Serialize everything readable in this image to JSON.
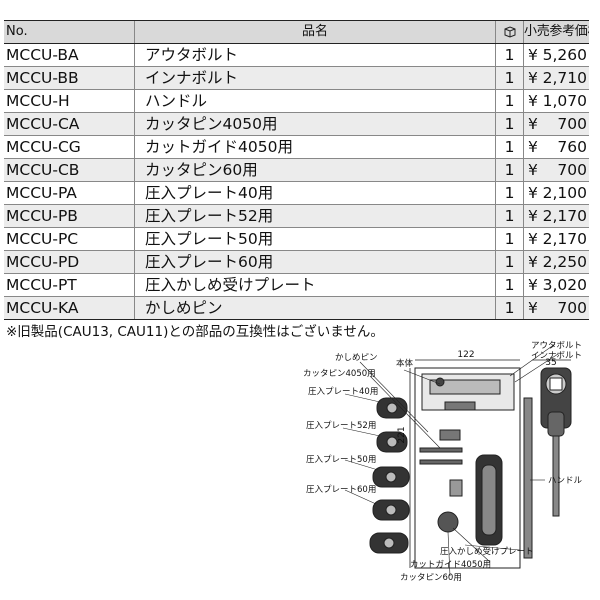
{
  "table": {
    "headers": {
      "no": "No.",
      "name": "品名",
      "qty_icon": "box-icon",
      "price": "小売参考価格"
    },
    "rows": [
      {
        "no": "MCCU-BA",
        "name": "アウタボルト",
        "qty": "1",
        "yen": "¥",
        "price": "5,260"
      },
      {
        "no": "MCCU-BB",
        "name": "インナボルト",
        "qty": "1",
        "yen": "¥",
        "price": "2,710"
      },
      {
        "no": "MCCU-H",
        "name": "ハンドル",
        "qty": "1",
        "yen": "¥",
        "price": "1,070"
      },
      {
        "no": "MCCU-CA",
        "name": "カッタピン4050用",
        "qty": "1",
        "yen": "¥",
        "price": "700"
      },
      {
        "no": "MCCU-CG",
        "name": "カットガイド4050用",
        "qty": "1",
        "yen": "¥",
        "price": "760"
      },
      {
        "no": "MCCU-CB",
        "name": "カッタピン60用",
        "qty": "1",
        "yen": "¥",
        "price": "700"
      },
      {
        "no": "MCCU-PA",
        "name": "圧入プレート40用",
        "qty": "1",
        "yen": "¥",
        "price": "2,100"
      },
      {
        "no": "MCCU-PB",
        "name": "圧入プレート52用",
        "qty": "1",
        "yen": "¥",
        "price": "2,170"
      },
      {
        "no": "MCCU-PC",
        "name": "圧入プレート50用",
        "qty": "1",
        "yen": "¥",
        "price": "2,170"
      },
      {
        "no": "MCCU-PD",
        "name": "圧入プレート60用",
        "qty": "1",
        "yen": "¥",
        "price": "2,250"
      },
      {
        "no": "MCCU-PT",
        "name": "圧入かしめ受けプレート",
        "qty": "1",
        "yen": "¥",
        "price": "3,020"
      },
      {
        "no": "MCCU-KA",
        "name": "かしめピン",
        "qty": "1",
        "yen": "¥",
        "price": "700"
      }
    ]
  },
  "note": "※旧製品(CAU13, CAU11)との部品の互換性はございません。",
  "diagram": {
    "labels": {
      "outer_bolt": "アウタボルト",
      "inner_bolt": "インナボルト",
      "body": "本体",
      "kashime_pin": "かしめピン",
      "cutter_pin_4050": "カッタピン4050用",
      "plate_40": "圧入プレート40用",
      "plate_52": "圧入プレート52用",
      "plate_50": "圧入プレート50用",
      "plate_60": "圧入プレート60用",
      "handle": "ハンドル",
      "receive_plate": "圧入かしめ受けプレート",
      "cut_guide": "カットガイド4050用",
      "cutter_pin_60": "カッタピン60用"
    },
    "dims": {
      "width": "122",
      "height": "221",
      "handle_width": "35"
    }
  }
}
